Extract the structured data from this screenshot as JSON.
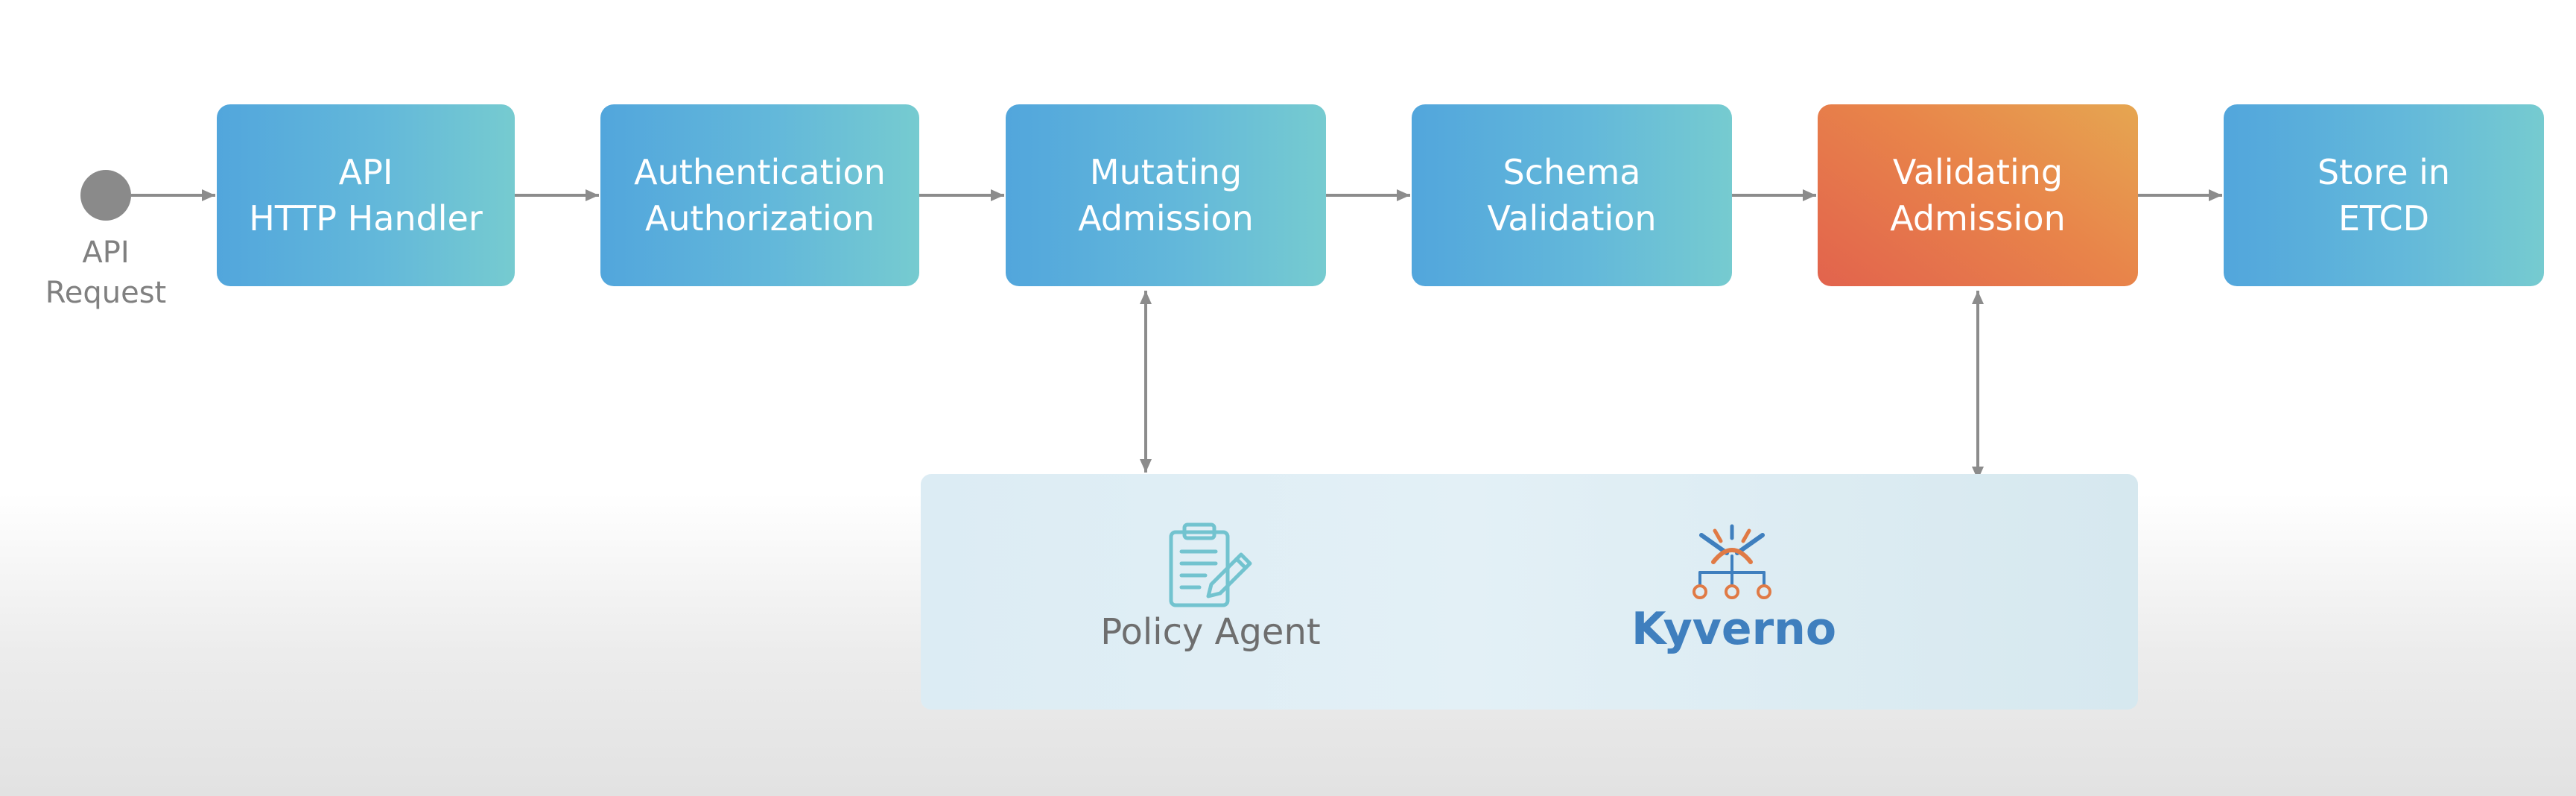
{
  "start": {
    "label_line1": "API",
    "label_line2": "Request",
    "dot_color": "#8a8a8a"
  },
  "nodes": [
    {
      "id": "api-http-handler",
      "line1": "API",
      "line2": "HTTP Handler",
      "color": "blue"
    },
    {
      "id": "authentication-authorization",
      "line1": "Authentication",
      "line2": "Authorization",
      "color": "blue"
    },
    {
      "id": "mutating-admission",
      "line1": "Mutating",
      "line2": "Admission",
      "color": "blue"
    },
    {
      "id": "schema-validation",
      "line1": "Schema",
      "line2": "Validation",
      "color": "blue"
    },
    {
      "id": "validating-admission",
      "line1": "Validating",
      "line2": "Admission",
      "color": "orange"
    },
    {
      "id": "store-in-etcd",
      "line1": "Store in",
      "line2": "ETCD",
      "color": "blue"
    }
  ],
  "policy_panel": {
    "policy_agent_label": "Policy Agent",
    "policy_agent_icon": "clipboard-pencil-icon",
    "kyverno_label": "Kyverno",
    "kyverno_icon": "kyverno-logo-icon"
  },
  "colors": {
    "blue_start": "#52a6dc",
    "blue_end": "#76cbd0",
    "orange_start": "#e2634d",
    "orange_end": "#e6a651",
    "connector": "#8c8c8c",
    "kyverno_blue": "#3f7fbe",
    "kyverno_orange": "#e07a45"
  }
}
